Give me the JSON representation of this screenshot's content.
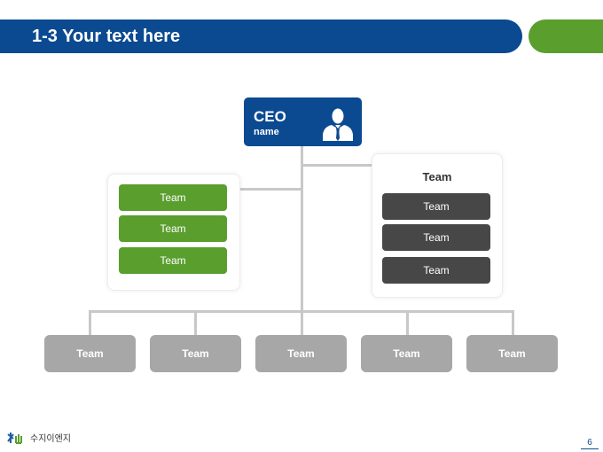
{
  "header": {
    "title": "1-3 Your text here",
    "accent_color": "#0b4a91",
    "secondary_color": "#5a9e2e"
  },
  "ceo": {
    "title": "CEO",
    "name": "name",
    "icon": "person-suit-icon"
  },
  "left_panel": {
    "items": [
      "Team",
      "Team",
      "Team"
    ]
  },
  "right_panel": {
    "title": "Team",
    "items": [
      "Team",
      "Team",
      "Team"
    ]
  },
  "bottom_row": {
    "items": [
      "Team",
      "Team",
      "Team",
      "Team",
      "Team"
    ]
  },
  "footer": {
    "logo_text": "수지이엔지",
    "page_number": "6"
  }
}
